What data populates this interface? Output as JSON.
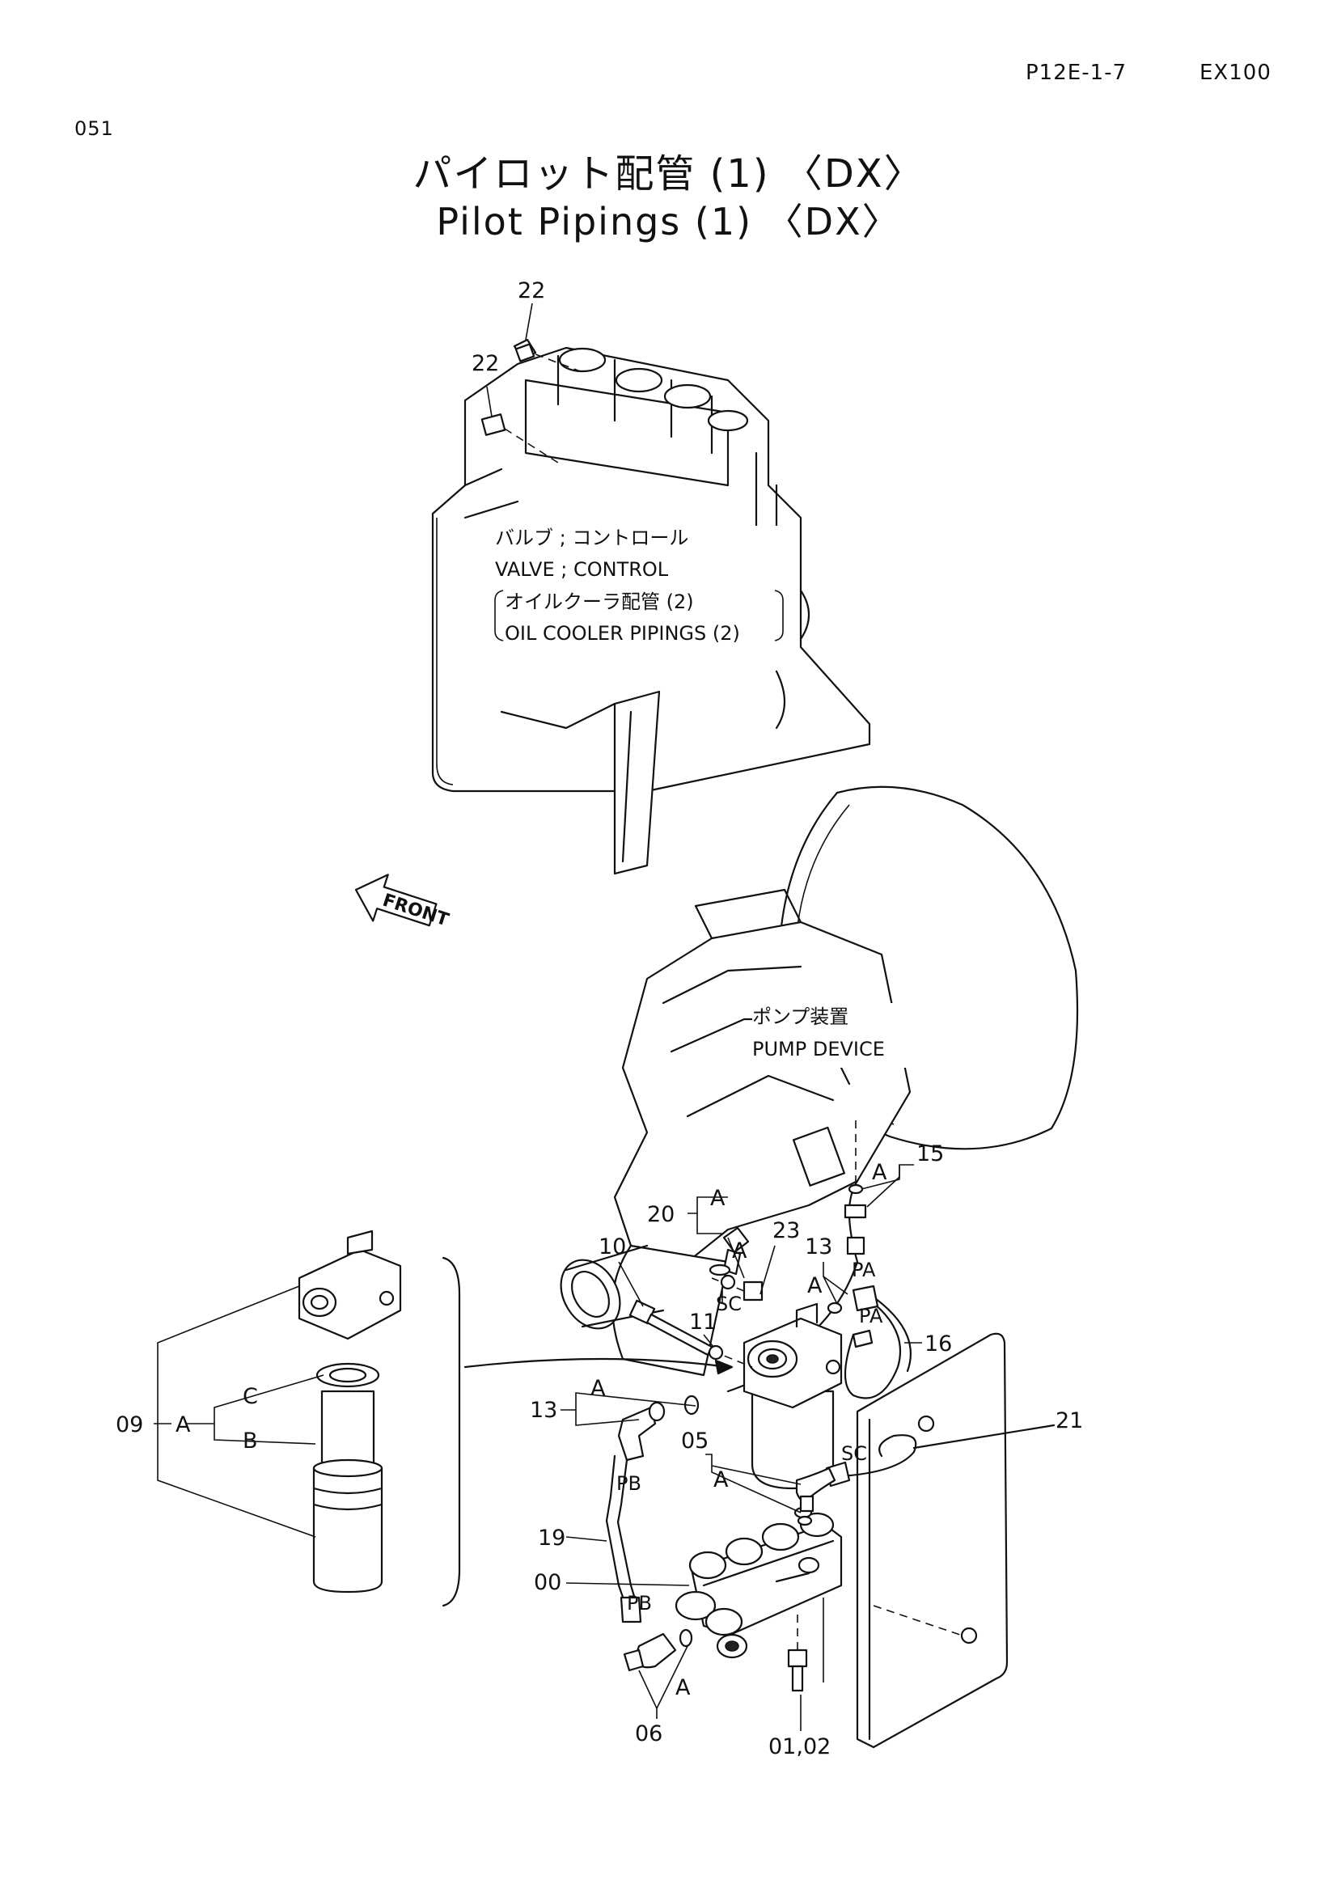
{
  "header": {
    "page_code": "P12E-1-7",
    "model": "EX100",
    "page_number": "051"
  },
  "title": {
    "japanese": "パイロット配管 (1) 〈DX〉",
    "english": "Pilot Pipings (1) 〈DX〉"
  },
  "callouts": {
    "valve_ja": "バルブ ; コントロール",
    "valve_en": "VALVE ; CONTROL",
    "cooler_ja": "オイルクーラ配管 (2)",
    "cooler_en": "OIL COOLER PIPINGS (2)",
    "pump_ja": "ポンプ装置",
    "pump_en": "PUMP DEVICE",
    "front": "FRONT"
  },
  "parts": {
    "p22a": "22",
    "p22b": "22",
    "p20": "20",
    "p23": "23",
    "p10": "10",
    "p11": "11",
    "p13a": "13",
    "p13b": "13",
    "p15": "15",
    "p16": "16",
    "p21": "21",
    "p05": "05",
    "p19": "19",
    "p00": "00",
    "p06": "06",
    "p0102": "01,02",
    "p09": "09"
  },
  "letters": {
    "a1": "A",
    "a2": "A",
    "a3": "A",
    "a4": "A",
    "a5": "A",
    "a6": "A",
    "a7": "A",
    "a8": "A",
    "b": "B",
    "c": "C",
    "pa1": "PA",
    "pa2": "PA",
    "pb1": "PB",
    "pb2": "PB",
    "sc1": "SC",
    "sc2": "SC"
  }
}
